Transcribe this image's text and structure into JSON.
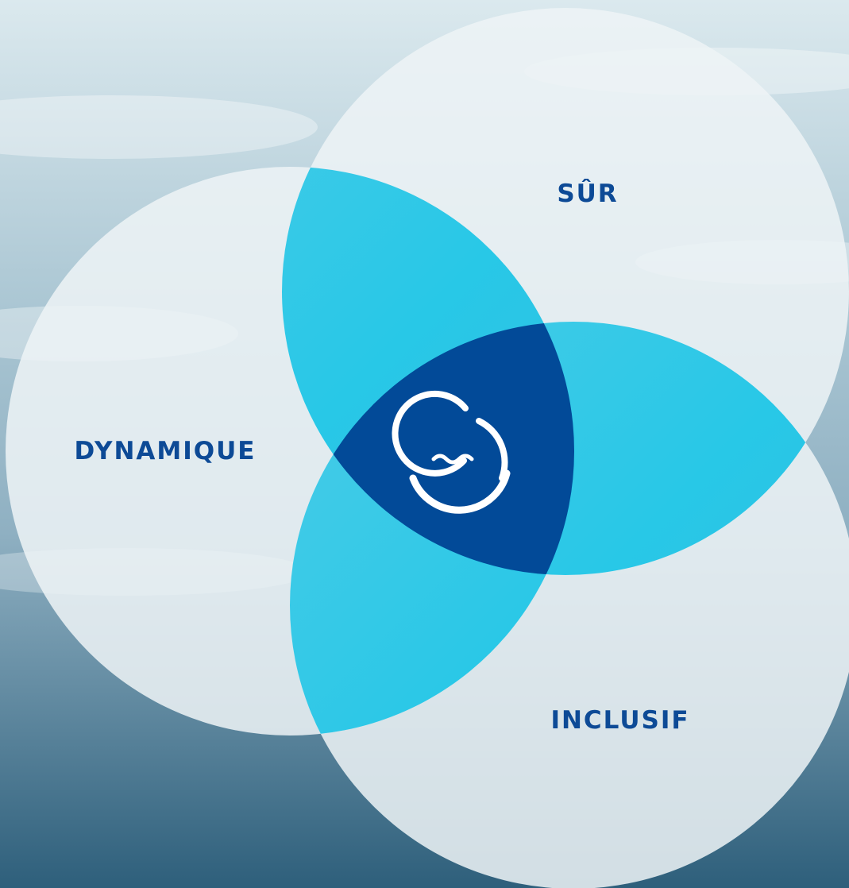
{
  "diagram": {
    "type": "venn",
    "sets": [
      {
        "id": "sur",
        "label": "SÛR"
      },
      {
        "id": "dynamique",
        "label": "DYNAMIQUE"
      },
      {
        "id": "inclusif",
        "label": "INCLUSIF"
      }
    ],
    "center_icon": "wave-circle-logo-icon"
  },
  "colors": {
    "label_text": "#0d4a96",
    "pairwise_overlap": "#17c4e6",
    "triple_overlap": "#024a98",
    "circle_fill": "#eef3f6",
    "sky_top": "#dbe9ee",
    "sea_bottom": "#2e5f7b",
    "logo": "#ffffff"
  }
}
